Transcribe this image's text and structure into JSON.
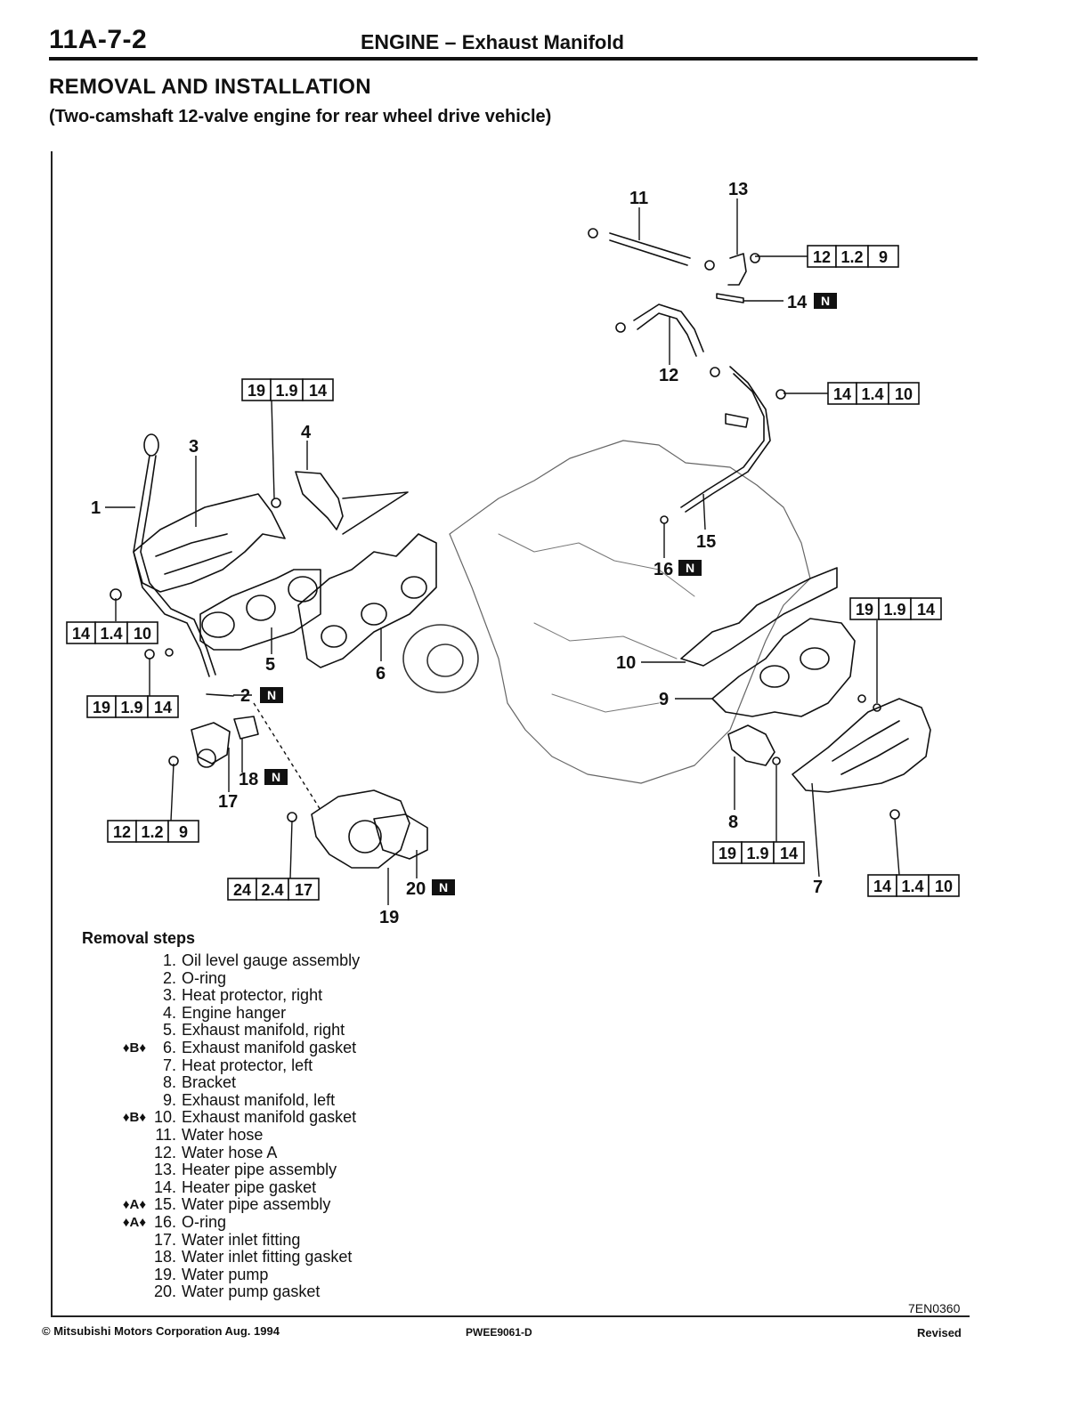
{
  "header": {
    "page_number": "11A-7-2",
    "title": "ENGINE",
    "title_sep": "–",
    "title_sub": "Exhaust Manifold"
  },
  "section": {
    "title": "REMOVAL AND INSTALLATION",
    "subtitle": "(Two-camshaft 12-valve engine for rear wheel drive vehicle)"
  },
  "diagram": {
    "callouts": [
      "1",
      "2",
      "3",
      "4",
      "5",
      "6",
      "7",
      "8",
      "9",
      "10",
      "11",
      "12",
      "13",
      "14",
      "15",
      "16",
      "17",
      "18",
      "19",
      "20"
    ],
    "new_part_mark": "N",
    "torque_boxes": [
      {
        "id": "tq-13",
        "values": [
          "12",
          "1.2",
          "9"
        ]
      },
      {
        "id": "tq-15",
        "values": [
          "14",
          "1.4",
          "10"
        ]
      },
      {
        "id": "tq-4",
        "values": [
          "19",
          "1.9",
          "14"
        ]
      },
      {
        "id": "tq-9",
        "values": [
          "19",
          "1.9",
          "14"
        ]
      },
      {
        "id": "tq-1",
        "values": [
          "14",
          "1.4",
          "10"
        ]
      },
      {
        "id": "tq-5",
        "values": [
          "19",
          "1.9",
          "14"
        ]
      },
      {
        "id": "tq-17",
        "values": [
          "12",
          "1.2",
          "9"
        ]
      },
      {
        "id": "tq-19",
        "values": [
          "24",
          "2.4",
          "17"
        ]
      },
      {
        "id": "tq-8",
        "values": [
          "19",
          "1.9",
          "14"
        ]
      },
      {
        "id": "tq-7",
        "values": [
          "14",
          "1.4",
          "10"
        ]
      }
    ]
  },
  "removal": {
    "title": "Removal steps",
    "steps": [
      {
        "mark": "",
        "no": "1.",
        "text": "Oil level gauge assembly"
      },
      {
        "mark": "",
        "no": "2.",
        "text": "O-ring"
      },
      {
        "mark": "",
        "no": "3.",
        "text": "Heat protector, right"
      },
      {
        "mark": "",
        "no": "4.",
        "text": "Engine hanger"
      },
      {
        "mark": "",
        "no": "5.",
        "text": "Exhaust manifold, right"
      },
      {
        "mark": "♦B♦",
        "no": "6.",
        "text": "Exhaust manifold gasket"
      },
      {
        "mark": "",
        "no": "7.",
        "text": "Heat protector, left"
      },
      {
        "mark": "",
        "no": "8.",
        "text": "Bracket"
      },
      {
        "mark": "",
        "no": "9.",
        "text": "Exhaust manifold, left"
      },
      {
        "mark": "♦B♦",
        "no": "10.",
        "text": "Exhaust manifold gasket"
      },
      {
        "mark": "",
        "no": "11.",
        "text": "Water hose"
      },
      {
        "mark": "",
        "no": "12.",
        "text": "Water hose A"
      },
      {
        "mark": "",
        "no": "13.",
        "text": "Heater pipe assembly"
      },
      {
        "mark": "",
        "no": "14.",
        "text": "Heater pipe gasket"
      },
      {
        "mark": "♦A♦",
        "no": "15.",
        "text": "Water pipe assembly"
      },
      {
        "mark": "♦A♦",
        "no": "16.",
        "text": "O-ring"
      },
      {
        "mark": "",
        "no": "17.",
        "text": "Water inlet fitting"
      },
      {
        "mark": "",
        "no": "18.",
        "text": "Water inlet fitting gasket"
      },
      {
        "mark": "",
        "no": "19.",
        "text": "Water pump"
      },
      {
        "mark": "",
        "no": "20.",
        "text": "Water pump gasket"
      }
    ]
  },
  "footer": {
    "figure_code": "7EN0360",
    "copyright": "© Mitsubishi Motors Corporation  Aug. 1994",
    "doc_code": "PWEE9061-D",
    "status": "Revised"
  }
}
